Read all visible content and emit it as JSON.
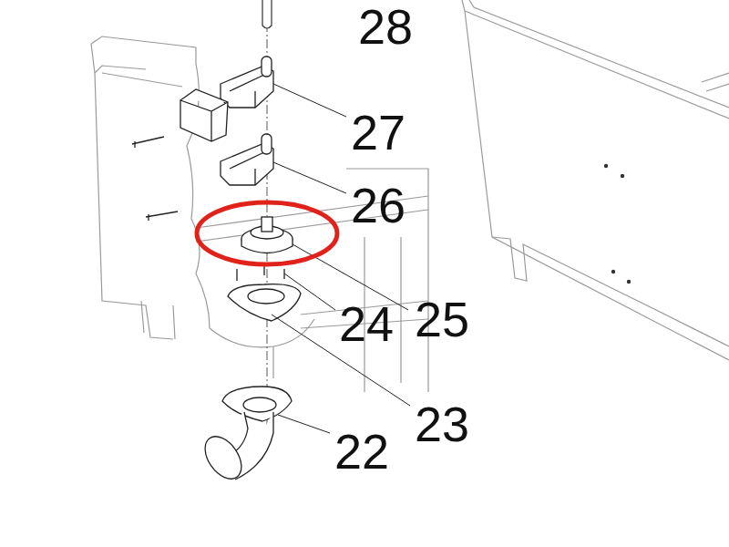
{
  "diagram": {
    "labels": [
      "28",
      "27",
      "26",
      "25",
      "24",
      "23",
      "22"
    ]
  }
}
